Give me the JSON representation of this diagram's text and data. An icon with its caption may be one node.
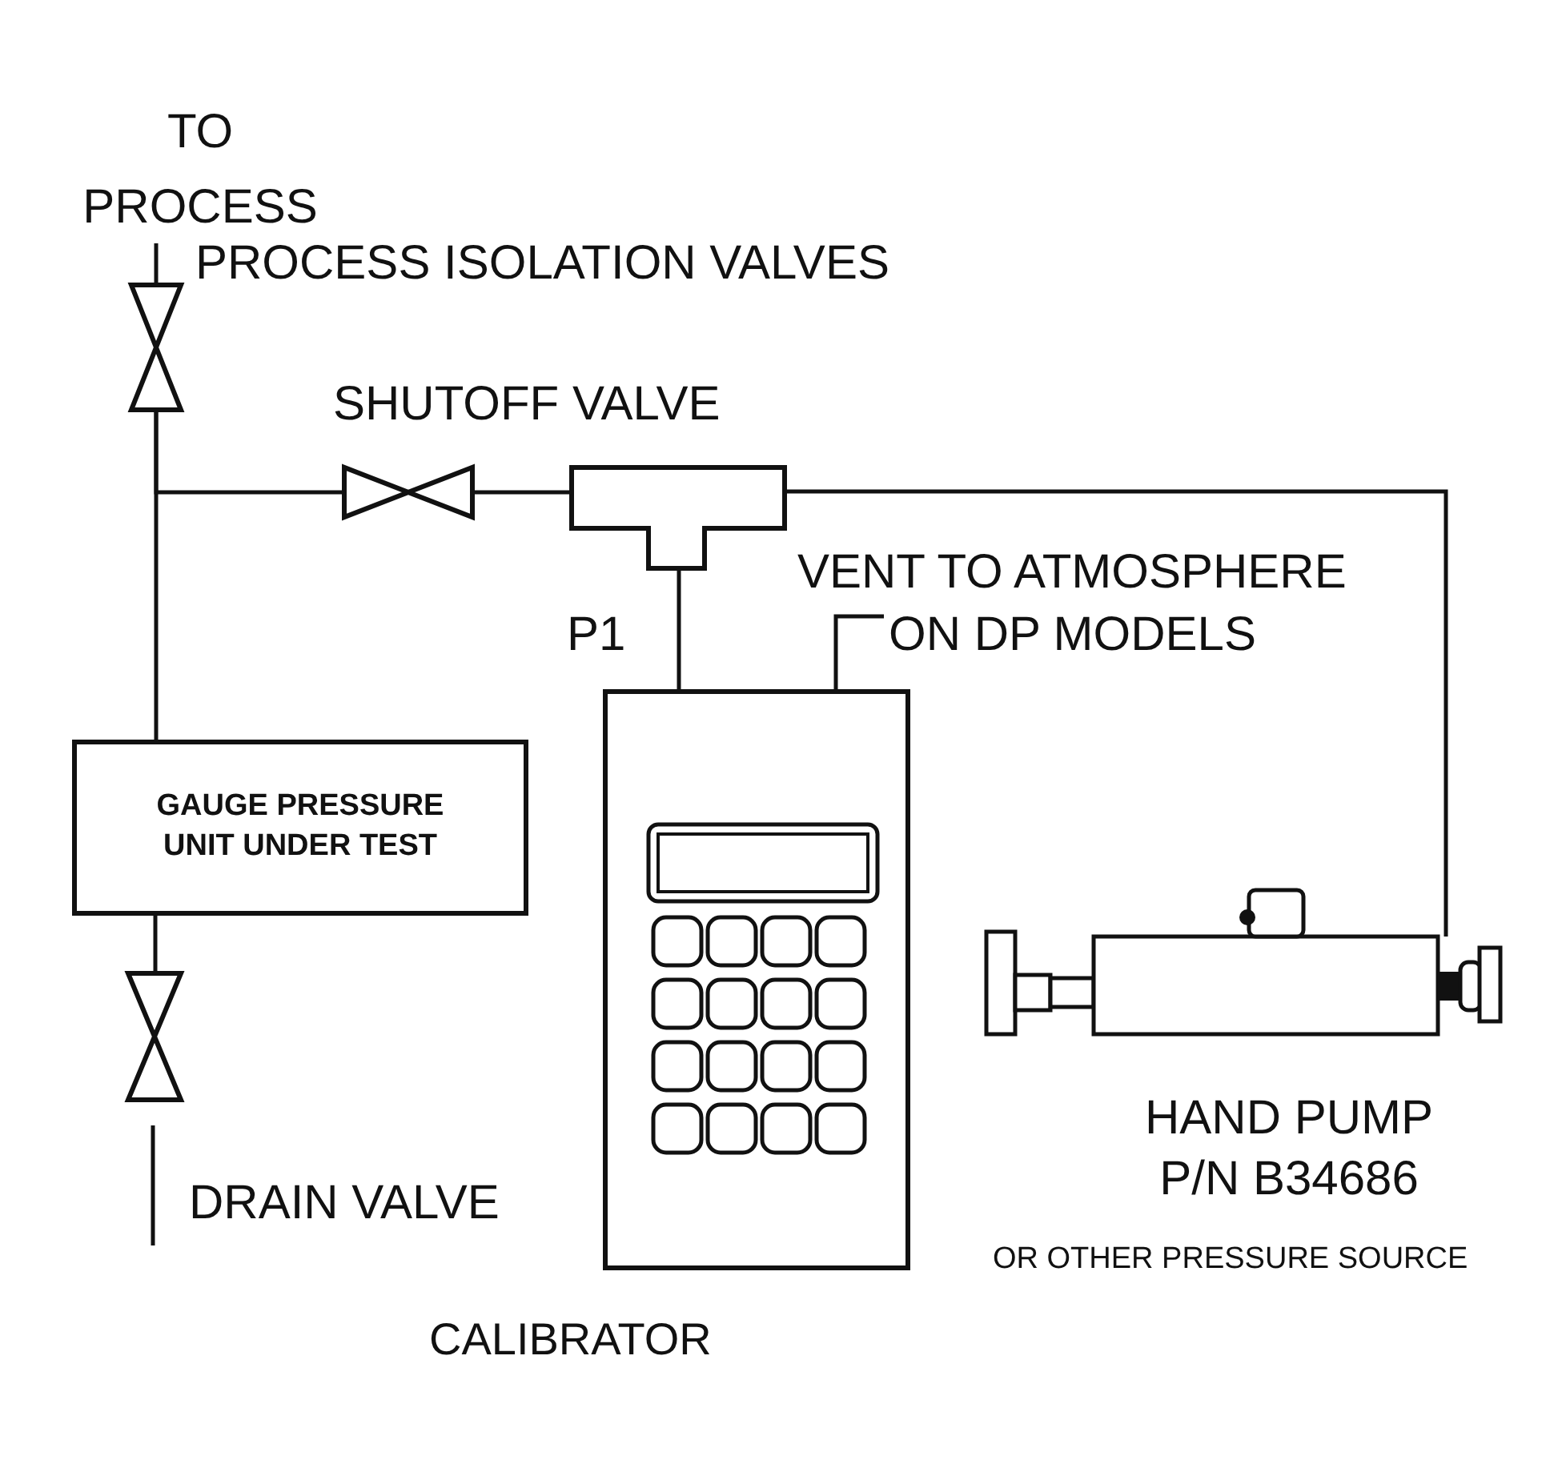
{
  "diagram": {
    "nodes": [
      {
        "text": [
          "TO PROCESS"
        ]
      },
      {
        "text": [],
        "shape": "valve",
        "beside": [
          "PROCESS ISOLATION VALVES"
        ]
      },
      {
        "text": [],
        "shape": "valve",
        "beside": [
          "SHUTOFF VALVE"
        ]
      },
      {
        "text": [],
        "shape": "tee"
      },
      {
        "text": [
          "GAUGE PRESSURE UNIT UNDER TEST"
        ]
      },
      {
        "text": [],
        "shape": "picture",
        "beside": [
          "CALIBRATOR"
        ]
      },
      {
        "text": [
          "VENT TO ATMOSPHERE ON DP MODELS"
        ]
      },
      {
        "text": [],
        "shape": "picture",
        "beside": [
          "HAND PUMP P/N B34686",
          "OR OTHER PRESSURE SOURCE"
        ]
      },
      {
        "text": [],
        "shape": "valve",
        "beside": [
          "DRAIN VALVE"
        ]
      }
    ],
    "edges": [
      {
        "from": 1,
        "to": 0,
        "arrow": "none"
      },
      {
        "from": 1,
        "to": 4,
        "arrow": "none"
      },
      {
        "from": 1,
        "to": 2,
        "arrow": "none"
      },
      {
        "from": 2,
        "to": 3,
        "arrow": "none"
      },
      {
        "from": 3,
        "to": 5,
        "arrow": "none"
      },
      {
        "from": 3,
        "to": 7,
        "arrow": "none"
      },
      {
        "from": 4,
        "to": 8,
        "arrow": "none"
      },
      {
        "from": 8,
        "to": null,
        "arrow": "none"
      },
      {
        "from": 5,
        "to": 6,
        "arrow": "none"
      }
    ],
    "labels": [
      "P1"
    ]
  }
}
